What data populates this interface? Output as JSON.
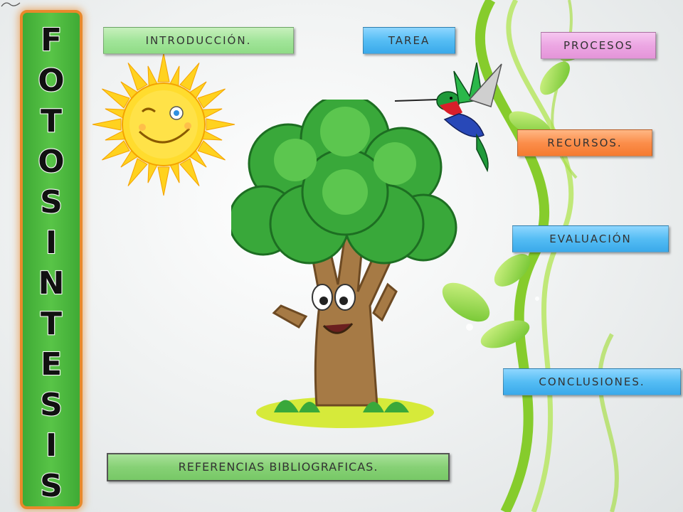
{
  "title": {
    "letters": [
      "F",
      "O",
      "T",
      "O",
      "S",
      "I",
      "N",
      "T",
      "E",
      "S",
      "I",
      "S"
    ]
  },
  "menu": {
    "introduccion": "INTRODUCCIÓN.",
    "tarea": "TAREA",
    "procesos": "PROCESOS",
    "recursos": "RECURSOS.",
    "evaluacion": "EVALUACIÓN",
    "conclusiones": "CONCLUSIONES.",
    "referencias": "REFERENCIAS BIBLIOGRAFICAS."
  },
  "colors": {
    "title_bar": "#4fbb3f",
    "title_border": "#e8892b",
    "vine": "#8fd12f"
  },
  "icons": [
    "sun-icon",
    "tree-icon",
    "hummingbird-icon",
    "vine-decoration"
  ]
}
